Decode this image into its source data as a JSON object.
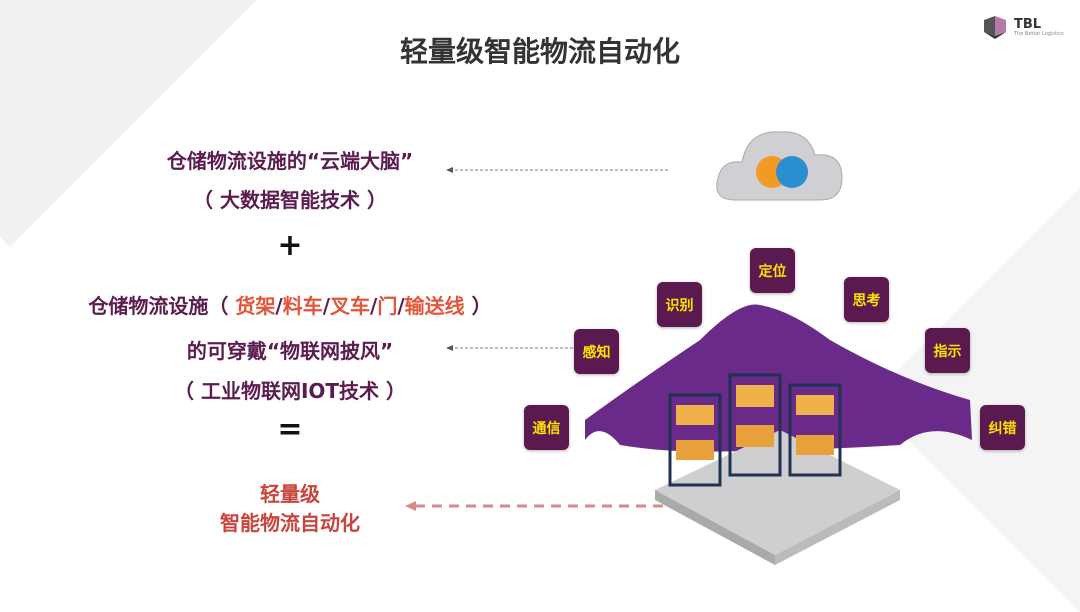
{
  "title": "轻量级智能物流自动化",
  "logo": {
    "name": "TBL",
    "tagline": "The Better Logistics"
  },
  "left": {
    "line1": "仓储物流设施的“云端大脑”",
    "line2": "（ 大数据智能技术 ）",
    "plus": "+",
    "line3_prefix": "仓储物流设施（ ",
    "line3_items": [
      "货架",
      "料车",
      "叉车",
      "门",
      "输送线"
    ],
    "line3_sep": "/",
    "line3_suffix": " ）",
    "line4": "的可穿戴“物联网披风”",
    "line5": "（ 工业物联网IOT技术 ）",
    "equals": "=",
    "result1": "轻量级",
    "result2": "智能物流自动化"
  },
  "tags": [
    "定位",
    "识别",
    "思考",
    "感知",
    "指示",
    "通信",
    "纠错"
  ],
  "colors": {
    "purple": "#5a1a50",
    "accent": "#e2553b",
    "tag_text": "#ffe000"
  }
}
